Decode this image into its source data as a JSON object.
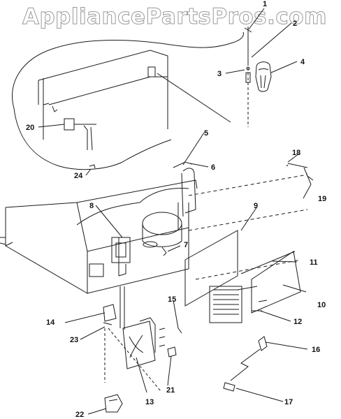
{
  "watermark": "AppliancePartsPros.com",
  "callouts": [
    "1",
    "2",
    "3",
    "4",
    "5",
    "6",
    "7",
    "8",
    "9",
    "10",
    "11",
    "12",
    "13",
    "14",
    "15",
    "16",
    "17",
    "18",
    "19",
    "20",
    "21",
    "22",
    "23",
    "24"
  ],
  "colors": {
    "line": "#1a1a1a",
    "watermark_outline": "#9a9a9a"
  }
}
